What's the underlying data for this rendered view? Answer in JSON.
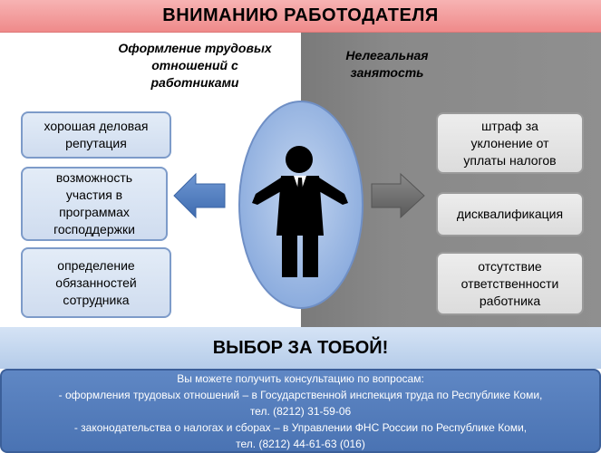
{
  "header": {
    "title": "ВНИМАНИЮ РАБОТОДАТЕЛЯ"
  },
  "left": {
    "heading": [
      "Оформление трудовых",
      "отношений с",
      "работниками"
    ],
    "items": [
      [
        "хорошая деловая",
        "репутация"
      ],
      [
        "возможность",
        "участия в",
        "программах",
        "господдержки"
      ],
      [
        "определение",
        "обязанностей",
        "сотрудника"
      ]
    ]
  },
  "right": {
    "heading": [
      "Нелегальная",
      "занятость"
    ],
    "items": [
      [
        "штраф за",
        "уклонение от",
        "уплаты налогов"
      ],
      [
        "дисквалификация"
      ],
      [
        "отсутствие",
        "ответственности",
        "работника"
      ]
    ]
  },
  "choice": {
    "label": "ВЫБОР ЗА ТОБОЙ!"
  },
  "info": {
    "lines": [
      "Вы можете получить консультацию по вопросам:",
      "- оформления трудовых отношений – в Государственной инспекция труда по Республике Коми,",
      "тел. (8212) 31-59-06",
      "- законодательства о налогах и сборах – в Управлении ФНС России по Республике Коми,",
      "тел. (8212) 44-61-63 (016)"
    ]
  },
  "colors": {
    "title_bar": "#ef8a8a",
    "left_box_border": "#7d9bc9",
    "right_panel": "#898989",
    "left_arrow": "#4f7cc0",
    "right_arrow": "#6a6a6a",
    "oval": "#8fb0df",
    "info_box": "#4a73b3"
  },
  "icons": {
    "person": "businessman-silhouette-icon",
    "left_arrow": "arrow-left-icon",
    "right_arrow": "arrow-right-icon"
  }
}
